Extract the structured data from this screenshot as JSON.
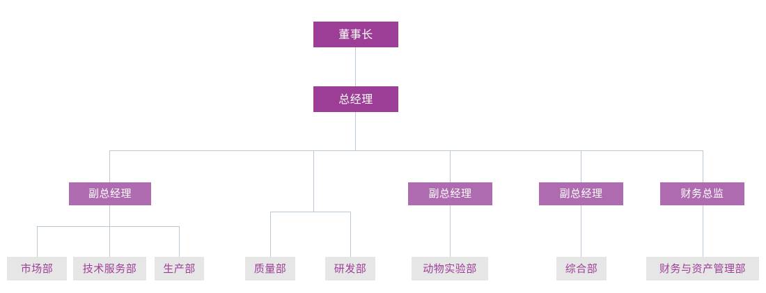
{
  "chart_data": {
    "type": "diagram",
    "title": "",
    "diagram_kind": "organization-chart",
    "orientation": "top-down",
    "colors": {
      "executive_fill": "#9c3e96",
      "executive_text": "#ffffff",
      "vp_fill": "#ae6bb0",
      "vp_text": "#ffffff",
      "department_fill": "#e6e6e6",
      "department_text": "#9c3e96",
      "connector": "#b9c8d4",
      "background": "#ffffff"
    },
    "levels": [
      {
        "level": 1,
        "labels": [
          "董事长"
        ]
      },
      {
        "level": 2,
        "labels": [
          "总经理"
        ]
      },
      {
        "level": 3,
        "labels": [
          "副总经理",
          "副总经理",
          "副总经理",
          "副总经理",
          "财务总监"
        ]
      },
      {
        "level": 4,
        "labels": [
          "市场部",
          "技术服务部",
          "生产部",
          "质量部",
          "研发部",
          "动物实验部",
          "综合部",
          "财务与资产管理部"
        ]
      }
    ]
  },
  "nodes": {
    "chairman": {
      "label": "董事长",
      "level": 1
    },
    "general_manager": {
      "label": "总经理",
      "level": 2
    },
    "vp1": {
      "label": "副总经理",
      "level": 3
    },
    "vp2": {
      "label": "副总经理",
      "level": 3
    },
    "vp3": {
      "label": "副总经理",
      "level": 3
    },
    "vp4": {
      "label": "财务总监",
      "level": 3
    },
    "dept_marketing": {
      "label": "市场部",
      "level": 4
    },
    "dept_tech_service": {
      "label": "技术服务部",
      "level": 4
    },
    "dept_production": {
      "label": "生产部",
      "level": 4
    },
    "dept_quality": {
      "label": "质量部",
      "level": 4
    },
    "dept_rd": {
      "label": "研发部",
      "level": 4
    },
    "dept_animal_lab": {
      "label": "动物实验部",
      "level": 4
    },
    "dept_general_affairs": {
      "label": "综合部",
      "level": 4
    },
    "dept_finance_asset": {
      "label": "财务与资产管理部",
      "level": 4
    }
  }
}
